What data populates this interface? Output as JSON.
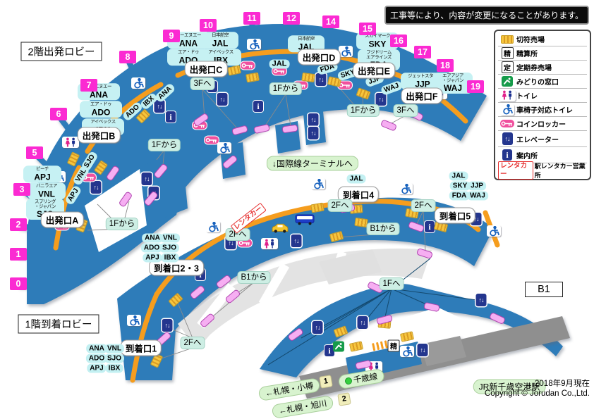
{
  "notice": "工事等により、内容が変更になることがあります。",
  "titles": {
    "floor2": "2階出発ロビー",
    "floor1": "1階到着ロビー",
    "b1": "B1"
  },
  "legend": {
    "items": [
      {
        "id": "ticket-office",
        "label": "切符売場"
      },
      {
        "id": "fare-adjustment",
        "label": "精算所",
        "glyph": "精"
      },
      {
        "id": "commuter-pass",
        "label": "定期券売場",
        "glyph": "定"
      },
      {
        "id": "midori-no-madoguchi",
        "label": "みどりの窓口"
      },
      {
        "id": "toilet",
        "label": "トイレ"
      },
      {
        "id": "wheelchair-toilet",
        "label": "車椅子対応トイレ"
      },
      {
        "id": "coin-locker",
        "label": "コインロッカー"
      },
      {
        "id": "elevator",
        "label": "エレベーター"
      },
      {
        "id": "information",
        "label": "案内所"
      },
      {
        "id": "rent-a-car",
        "badge": "レンタカー",
        "label": "駅レンタカー営業所"
      }
    ]
  },
  "gate_numbers": [
    "0",
    "1",
    "2",
    "3",
    "5",
    "6",
    "7",
    "8",
    "9",
    "10",
    "11",
    "12",
    "14",
    "15",
    "16",
    "17",
    "18",
    "19"
  ],
  "gates": {
    "dep_a": "出発口A",
    "dep_b": "出発口B",
    "dep_c": "出発口C",
    "dep_d": "出発口D",
    "dep_e": "出発口E",
    "dep_f": "出発口F",
    "arr_1": "到着口1",
    "arr_23": "到着口2・3",
    "arr_4": "到着口4",
    "arr_5": "到着口5"
  },
  "airlines": {
    "ana": {
      "kana": "エーエヌエー",
      "code": "ANA"
    },
    "jal": {
      "kana": "日本航空",
      "code": "JAL"
    },
    "ado": {
      "kana": "エア・ドゥ",
      "code": "ADO"
    },
    "ibx": {
      "kana": "アイベックス",
      "code": "IBX"
    },
    "sky": {
      "kana": "スカイマーク",
      "code": "SKY"
    },
    "fda": {
      "kana": "フジドリーム",
      "kana2": "エアラインズ",
      "code": "FDA"
    },
    "jjp": {
      "kana": "ジェットスター",
      "code": "JJP"
    },
    "waj": {
      "kana": "エアアジア",
      "kana2": "・ジャパン",
      "code": "WAJ"
    },
    "apj": {
      "kana": "ピーチ",
      "code": "APJ"
    },
    "vnl": {
      "kana": "バニラエア",
      "code": "VNL"
    },
    "sjo": {
      "kana": "スプリング",
      "kana2": "・ジャパン",
      "code": "SJO"
    }
  },
  "directions": {
    "to_3f": "3Fへ",
    "from_1f": "1Fから",
    "to_2f": "2Fへ",
    "from_b1": "B1から",
    "to_1f": "1Fへ",
    "intl": "↓国際線ターミナルへ",
    "rentacar": "レンタカー"
  },
  "station": {
    "jr": "JR新千歳空港駅",
    "line_name": "千歳線",
    "dir_otaru": "←札幌・小樽",
    "dir_asahikawa": "←札幌・旭川",
    "platform1": "1",
    "platform2": "2"
  },
  "footer": {
    "date": "2018年9月現在",
    "copyright": "Copyright © Jorudan Co.,Ltd."
  },
  "icons": {
    "elevator_glyph": "↑↓",
    "info_glyph": "i"
  }
}
